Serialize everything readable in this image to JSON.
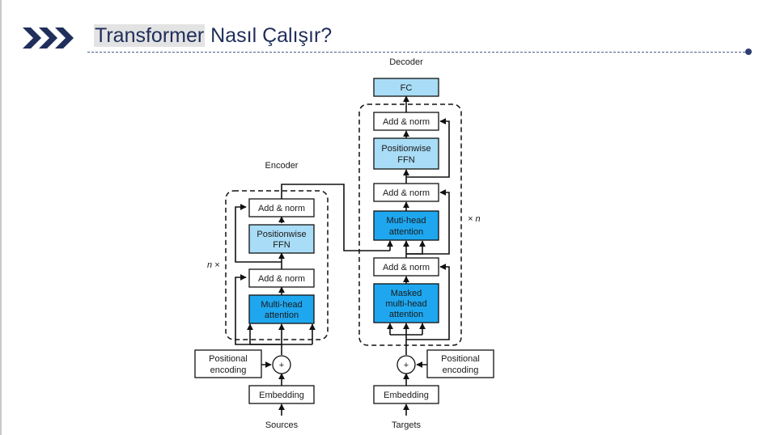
{
  "slide": {
    "title_highlight": "Transformer",
    "title_rest": "Nasıl Çalışır?",
    "icon": "triple-chevron-right-icon",
    "accent_color": "#1f2e5a"
  },
  "diagram": {
    "encoder_label": "Encoder",
    "decoder_label": "Decoder",
    "encoder_repeat": "n ×",
    "decoder_repeat": "× n",
    "encoder": {
      "add_norm_top": "Add & norm",
      "ffn_line1": "Positionwise",
      "ffn_line2": "FFN",
      "add_norm_bottom": "Add & norm",
      "mha_line1": "Multi-head",
      "mha_line2": "attention",
      "positional_line1": "Positional",
      "positional_line2": "encoding",
      "plus": "+",
      "embedding": "Embedding",
      "input": "Sources"
    },
    "decoder": {
      "fc": "FC",
      "add_norm_top": "Add & norm",
      "ffn_line1": "Positionwise",
      "ffn_line2": "FFN",
      "add_norm_mid": "Add & norm",
      "mha_line1": "Muti-head",
      "mha_line2": "attention",
      "add_norm_bottom": "Add & norm",
      "masked_line1": "Masked",
      "masked_line2": "multi-head",
      "masked_line3": "attention",
      "positional_line1": "Positional",
      "positional_line2": "encoding",
      "plus": "+",
      "embedding": "Embedding",
      "input": "Targets"
    },
    "colors": {
      "attention_fill": "#1ea7ef",
      "ffn_fill": "#a9dcf6",
      "fc_fill": "#a9dcf6",
      "stroke": "#111111"
    }
  }
}
